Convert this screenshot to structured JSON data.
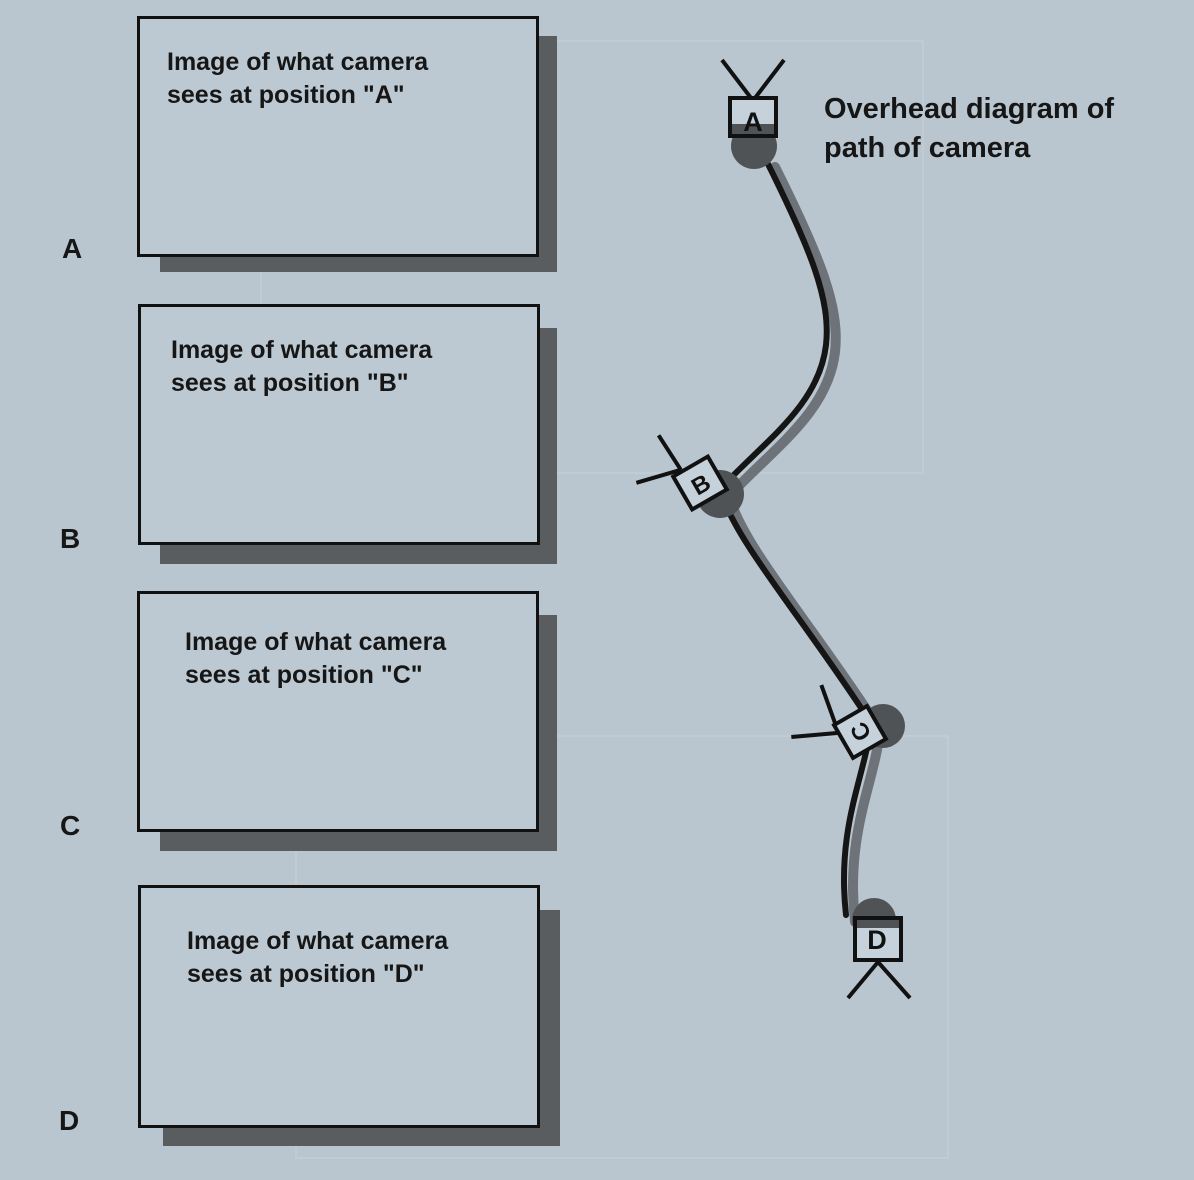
{
  "frames": [
    {
      "id": "a",
      "text": "Image of what camera\nsees at position \"A\"",
      "label": "A"
    },
    {
      "id": "b",
      "text": "Image of what camera\nsees at position \"B\"",
      "label": "B"
    },
    {
      "id": "c",
      "text": "Image of what camera\nsees at position \"C\"",
      "label": "C"
    },
    {
      "id": "d",
      "text": "Image of what camera\nsees at position \"D\"",
      "label": "D"
    }
  ],
  "diagram": {
    "title": "Overhead diagram of\npath of camera",
    "cameras": [
      "A",
      "B",
      "C",
      "D"
    ]
  }
}
